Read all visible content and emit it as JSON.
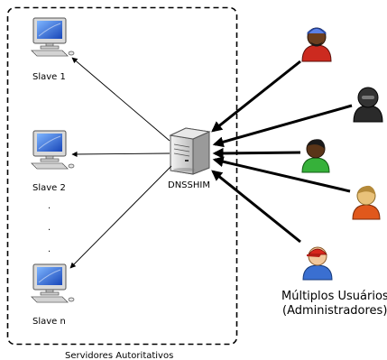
{
  "diagram": {
    "servers_group_label": "Servidores Autoritativos",
    "hub_label": "DNSSHIM",
    "slaves": [
      {
        "label": "Slave 1"
      },
      {
        "label": "Slave 2"
      },
      {
        "label": "Slave n"
      }
    ],
    "ellipsis": ".",
    "users_label_line1": "Múltiplos Usuários",
    "users_label_line2": "(Administradores)",
    "users": [
      {
        "icon": "user-icon-red-bandana",
        "shirt": "#cc2a1f",
        "skin": "#6b3e1f"
      },
      {
        "icon": "user-icon-black-hood",
        "shirt": "#2a2a2a",
        "skin": "#2a2a2a"
      },
      {
        "icon": "user-icon-green",
        "shirt": "#36b13a",
        "skin": "#5a3518"
      },
      {
        "icon": "user-icon-orange",
        "shirt": "#e0581c",
        "skin": "#e9c27a"
      },
      {
        "icon": "user-icon-blue-cap",
        "shirt": "#3a6fd1",
        "skin": "#f1c79b"
      }
    ]
  }
}
